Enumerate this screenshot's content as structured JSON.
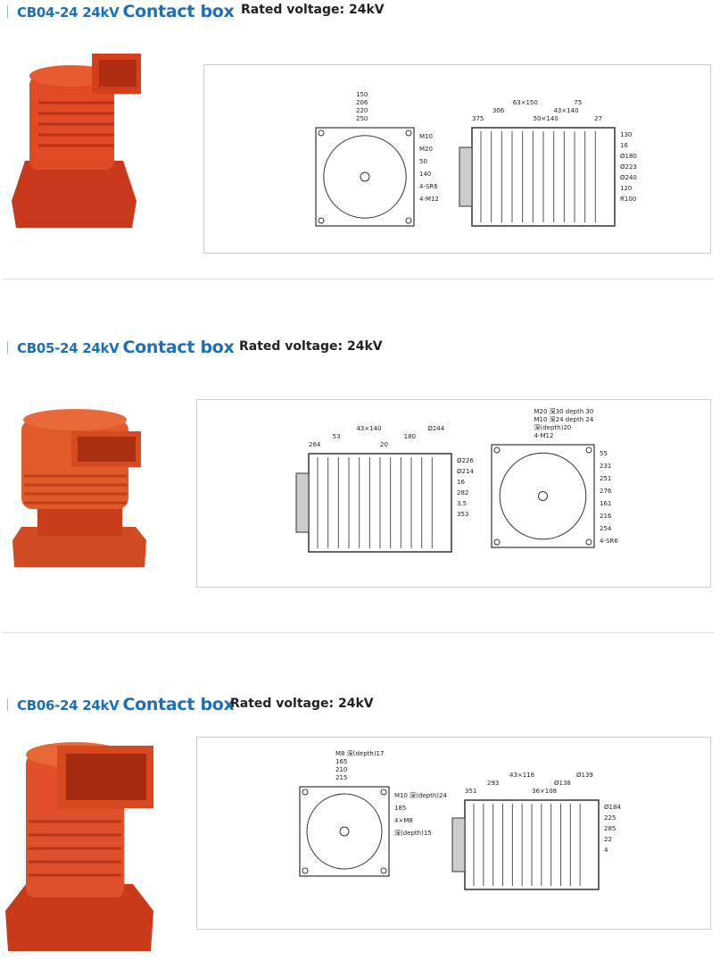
{
  "products": [
    {
      "model": "CB04-24 24kV",
      "name": "Contact box",
      "rated": "Rated voltage: 24kV",
      "front_dims": [
        "250",
        "220",
        "206",
        "150",
        "M10",
        "M20",
        "50",
        "140",
        "4-SR6",
        "4-M12"
      ],
      "side_dims": [
        "375",
        "306",
        "63×150",
        "50×140",
        "43×140",
        "75",
        "27",
        "130",
        "16",
        "Ø180",
        "Ø223",
        "Ø240",
        "120",
        "R100"
      ]
    },
    {
      "model": "CB05-24 24kV",
      "name": "Contact box",
      "rated": "Rated voltage: 24kV",
      "side_dims": [
        "264",
        "53",
        "43×140",
        "20",
        "180",
        "Ø244",
        "Ø226",
        "Ø214",
        "16",
        "282",
        "3.5",
        "353"
      ],
      "front_dims": [
        "4-M12",
        "深(depth)20",
        "M10 深24 depth 24",
        "M20 深30 depth 30",
        "55",
        "231",
        "251",
        "276",
        "161",
        "216",
        "254",
        "4-SR6"
      ]
    },
    {
      "model": "CB06-24 24kV",
      "name": "Contact box",
      "rated": "Rated voltage: 24kV",
      "front_dims": [
        "215",
        "210",
        "165",
        "M8 深(depth)17",
        "M10 深(depth)24",
        "185",
        "4×M8",
        "深(depth)15"
      ],
      "side_dims": [
        "351",
        "293",
        "43×118",
        "36×108",
        "Ø138",
        "Ø139",
        "Ø184",
        "225",
        "285",
        "22",
        "4"
      ]
    }
  ],
  "colors": {
    "accent": "#1f6fb2",
    "product": "#d8401f"
  }
}
